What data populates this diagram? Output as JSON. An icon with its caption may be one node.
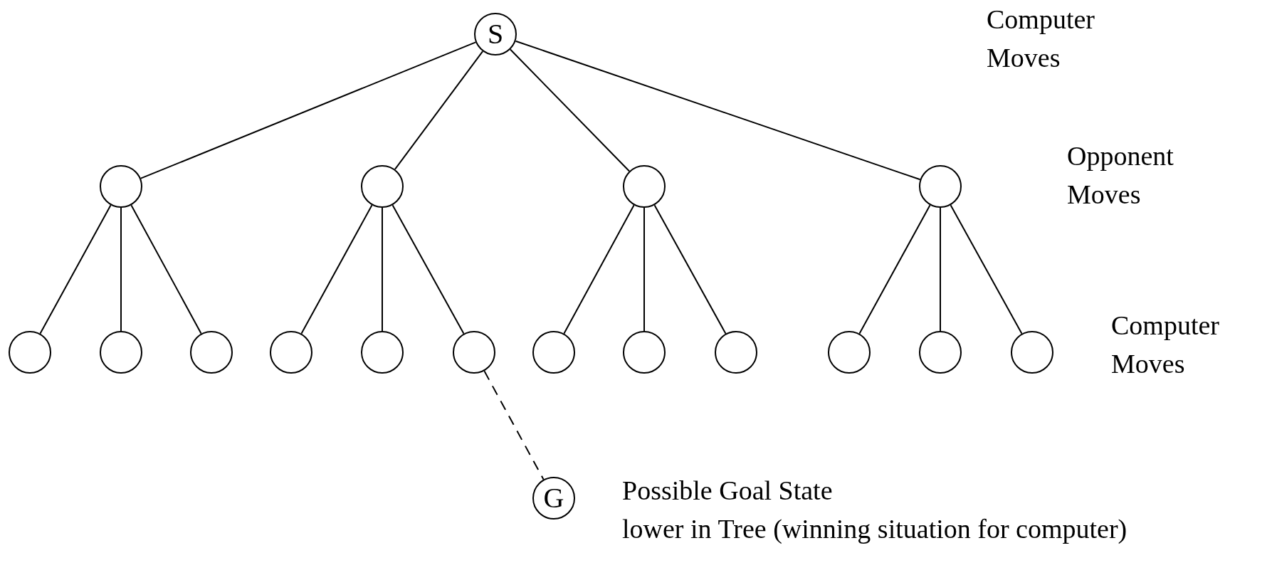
{
  "diagram": {
    "nodes": [
      {
        "text": [
          "S"
        ]
      },
      {
        "text": [],
        "shape": "circle"
      },
      {
        "text": [],
        "shape": "circle"
      },
      {
        "text": [],
        "shape": "circle"
      },
      {
        "text": [],
        "shape": "circle"
      },
      {
        "text": [],
        "shape": "circle"
      },
      {
        "text": [],
        "shape": "circle"
      },
      {
        "text": [],
        "shape": "circle"
      },
      {
        "text": [],
        "shape": "circle"
      },
      {
        "text": [],
        "shape": "circle"
      },
      {
        "text": [],
        "shape": "circle"
      },
      {
        "text": [],
        "shape": "circle"
      },
      {
        "text": [],
        "shape": "circle"
      },
      {
        "text": [],
        "shape": "circle"
      },
      {
        "text": [],
        "shape": "circle"
      },
      {
        "text": [],
        "shape": "circle"
      },
      {
        "text": [],
        "shape": "circle"
      },
      {
        "text": [
          "G"
        ],
        "beside": [
          "Possible Goal State",
          "lower in Tree (winning situation for computer)"
        ]
      }
    ],
    "edges": [
      {
        "from": 0,
        "to": 1,
        "arrow": "none"
      },
      {
        "from": 0,
        "to": 2,
        "arrow": "none"
      },
      {
        "from": 0,
        "to": 3,
        "arrow": "none"
      },
      {
        "from": 0,
        "to": 4,
        "arrow": "none"
      },
      {
        "from": 1,
        "to": 5,
        "arrow": "none"
      },
      {
        "from": 1,
        "to": 6,
        "arrow": "none"
      },
      {
        "from": 1,
        "to": 7,
        "arrow": "none"
      },
      {
        "from": 2,
        "to": 8,
        "arrow": "none"
      },
      {
        "from": 2,
        "to": 9,
        "arrow": "none"
      },
      {
        "from": 2,
        "to": 10,
        "arrow": "none"
      },
      {
        "from": 3,
        "to": 11,
        "arrow": "none"
      },
      {
        "from": 3,
        "to": 12,
        "arrow": "none"
      },
      {
        "from": 3,
        "to": 13,
        "arrow": "none"
      },
      {
        "from": 4,
        "to": 14,
        "arrow": "none"
      },
      {
        "from": 4,
        "to": 15,
        "arrow": "none"
      },
      {
        "from": 4,
        "to": 16,
        "arrow": "none"
      },
      {
        "from": 10,
        "to": 17,
        "arrow": "none",
        "style": "dashed"
      }
    ],
    "labels": [
      "Computer Moves",
      "Opponent Moves",
      "Computer Moves"
    ]
  }
}
